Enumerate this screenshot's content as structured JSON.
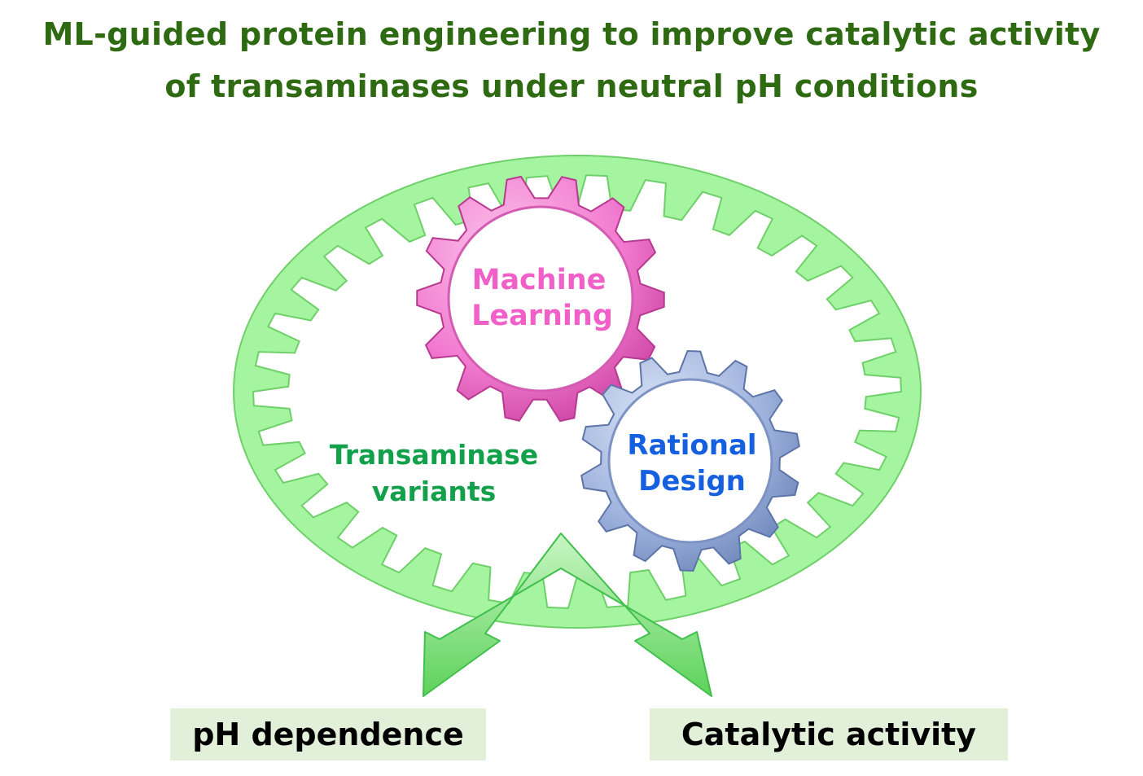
{
  "title": {
    "line1": "ML-guided protein engineering to improve catalytic activity",
    "line2": "of transaminases under neutral pH conditions",
    "color": "#2e6a12"
  },
  "ring": {
    "label_line1": "Transaminase",
    "label_line2": "variants",
    "color": "#a4f4a0",
    "label_color": "#13a04a"
  },
  "gear_ml": {
    "label_line1": "Machine",
    "label_line2": "Learning",
    "color": "#f27ad0",
    "label_color": "#f060c8"
  },
  "gear_rd": {
    "label_line1": "Rational",
    "label_line2": "Design",
    "color": "#9fb3dd",
    "label_color": "#1560e0"
  },
  "arrows": {
    "color": "#7fe07c"
  },
  "outputs": {
    "left": "pH dependence",
    "right": "Catalytic activity",
    "box_color": "#e2f0d9"
  }
}
